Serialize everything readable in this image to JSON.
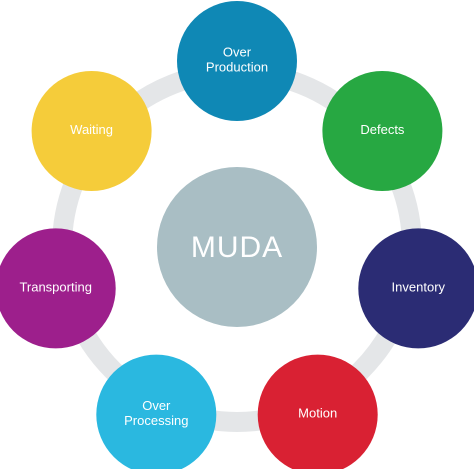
{
  "diagram": {
    "hub": {
      "label": "MUDA",
      "color": "#a9bec4"
    },
    "ring_color": "#e4e6e8",
    "nodes": [
      {
        "id": "over-production",
        "lines": [
          "Over",
          "Production"
        ],
        "color": "#0f88b5"
      },
      {
        "id": "defects",
        "lines": [
          "Defects"
        ],
        "color": "#27a842"
      },
      {
        "id": "inventory",
        "lines": [
          "Inventory"
        ],
        "color": "#2b2c74"
      },
      {
        "id": "motion",
        "lines": [
          "Motion"
        ],
        "color": "#d92133"
      },
      {
        "id": "over-processing",
        "lines": [
          "Over",
          "Processing"
        ],
        "color": "#2ab8e0"
      },
      {
        "id": "transporting",
        "lines": [
          "Transporting"
        ],
        "color": "#9d1f8c"
      },
      {
        "id": "waiting",
        "lines": [
          "Waiting"
        ],
        "color": "#f5cc3a"
      }
    ]
  }
}
